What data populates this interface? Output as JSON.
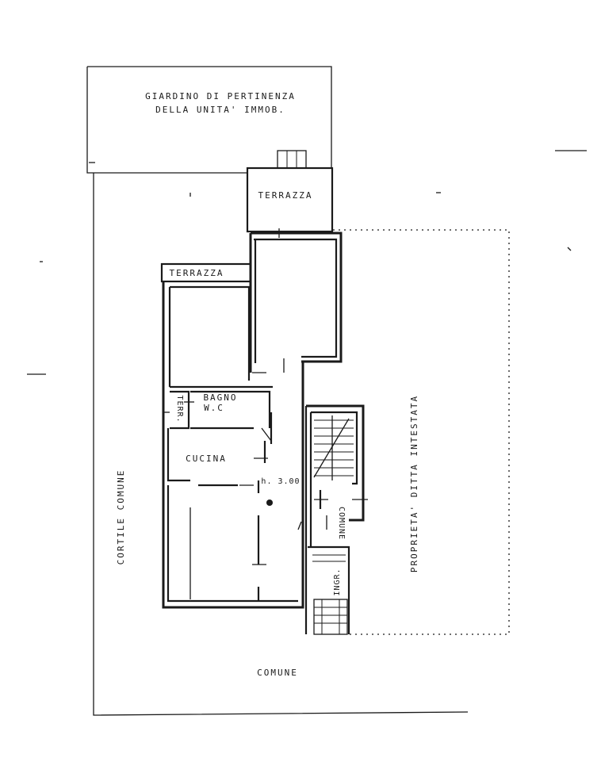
{
  "labels": {
    "garden_line1": "GIARDINO DI PERTINENZA",
    "garden_line2": "DELLA UNITA' IMMOB.",
    "terrazza_top": "TERRAZZA",
    "terrazza_left": "TERRAZZA",
    "bagno": "BAGNO",
    "wc": "W.C",
    "terr": "TERR.",
    "cucina": "CUCINA",
    "height": "h. 3.00",
    "comune_vert": "COMUNE",
    "ingr": "INGR.",
    "cortile_comune": "CORTILE  COMUNE",
    "proprieta": "PROPRIETA'  DITTA  INTESTATA",
    "comune_bottom": "COMUNE"
  }
}
